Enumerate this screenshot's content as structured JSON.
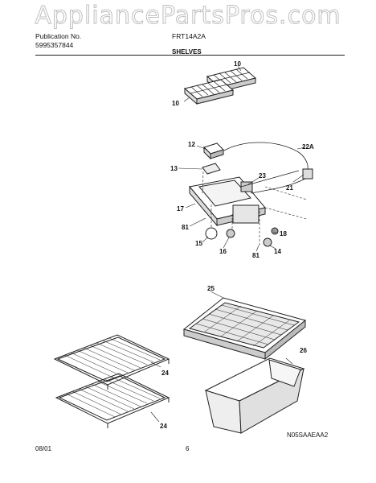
{
  "watermark": "AppliancePartsPros.com",
  "header": {
    "publication_label": "Publication No.",
    "publication_number": "5995357844",
    "model": "FRT14A2A",
    "section_title": "SHELVES"
  },
  "callouts": {
    "tray_top": "10",
    "tray_bottom": "10",
    "c12": "12",
    "c22a": "22A",
    "c13": "13",
    "c23": "23",
    "c21": "21",
    "c17": "17",
    "c81a": "81",
    "c18": "18",
    "c15": "15",
    "c16": "16",
    "c81b": "81",
    "c14": "14",
    "c25": "25",
    "c26": "26",
    "c24a": "24",
    "c24b": "24"
  },
  "footer": {
    "date": "08/01",
    "page": "6",
    "code": "N05SAAEAA2"
  }
}
